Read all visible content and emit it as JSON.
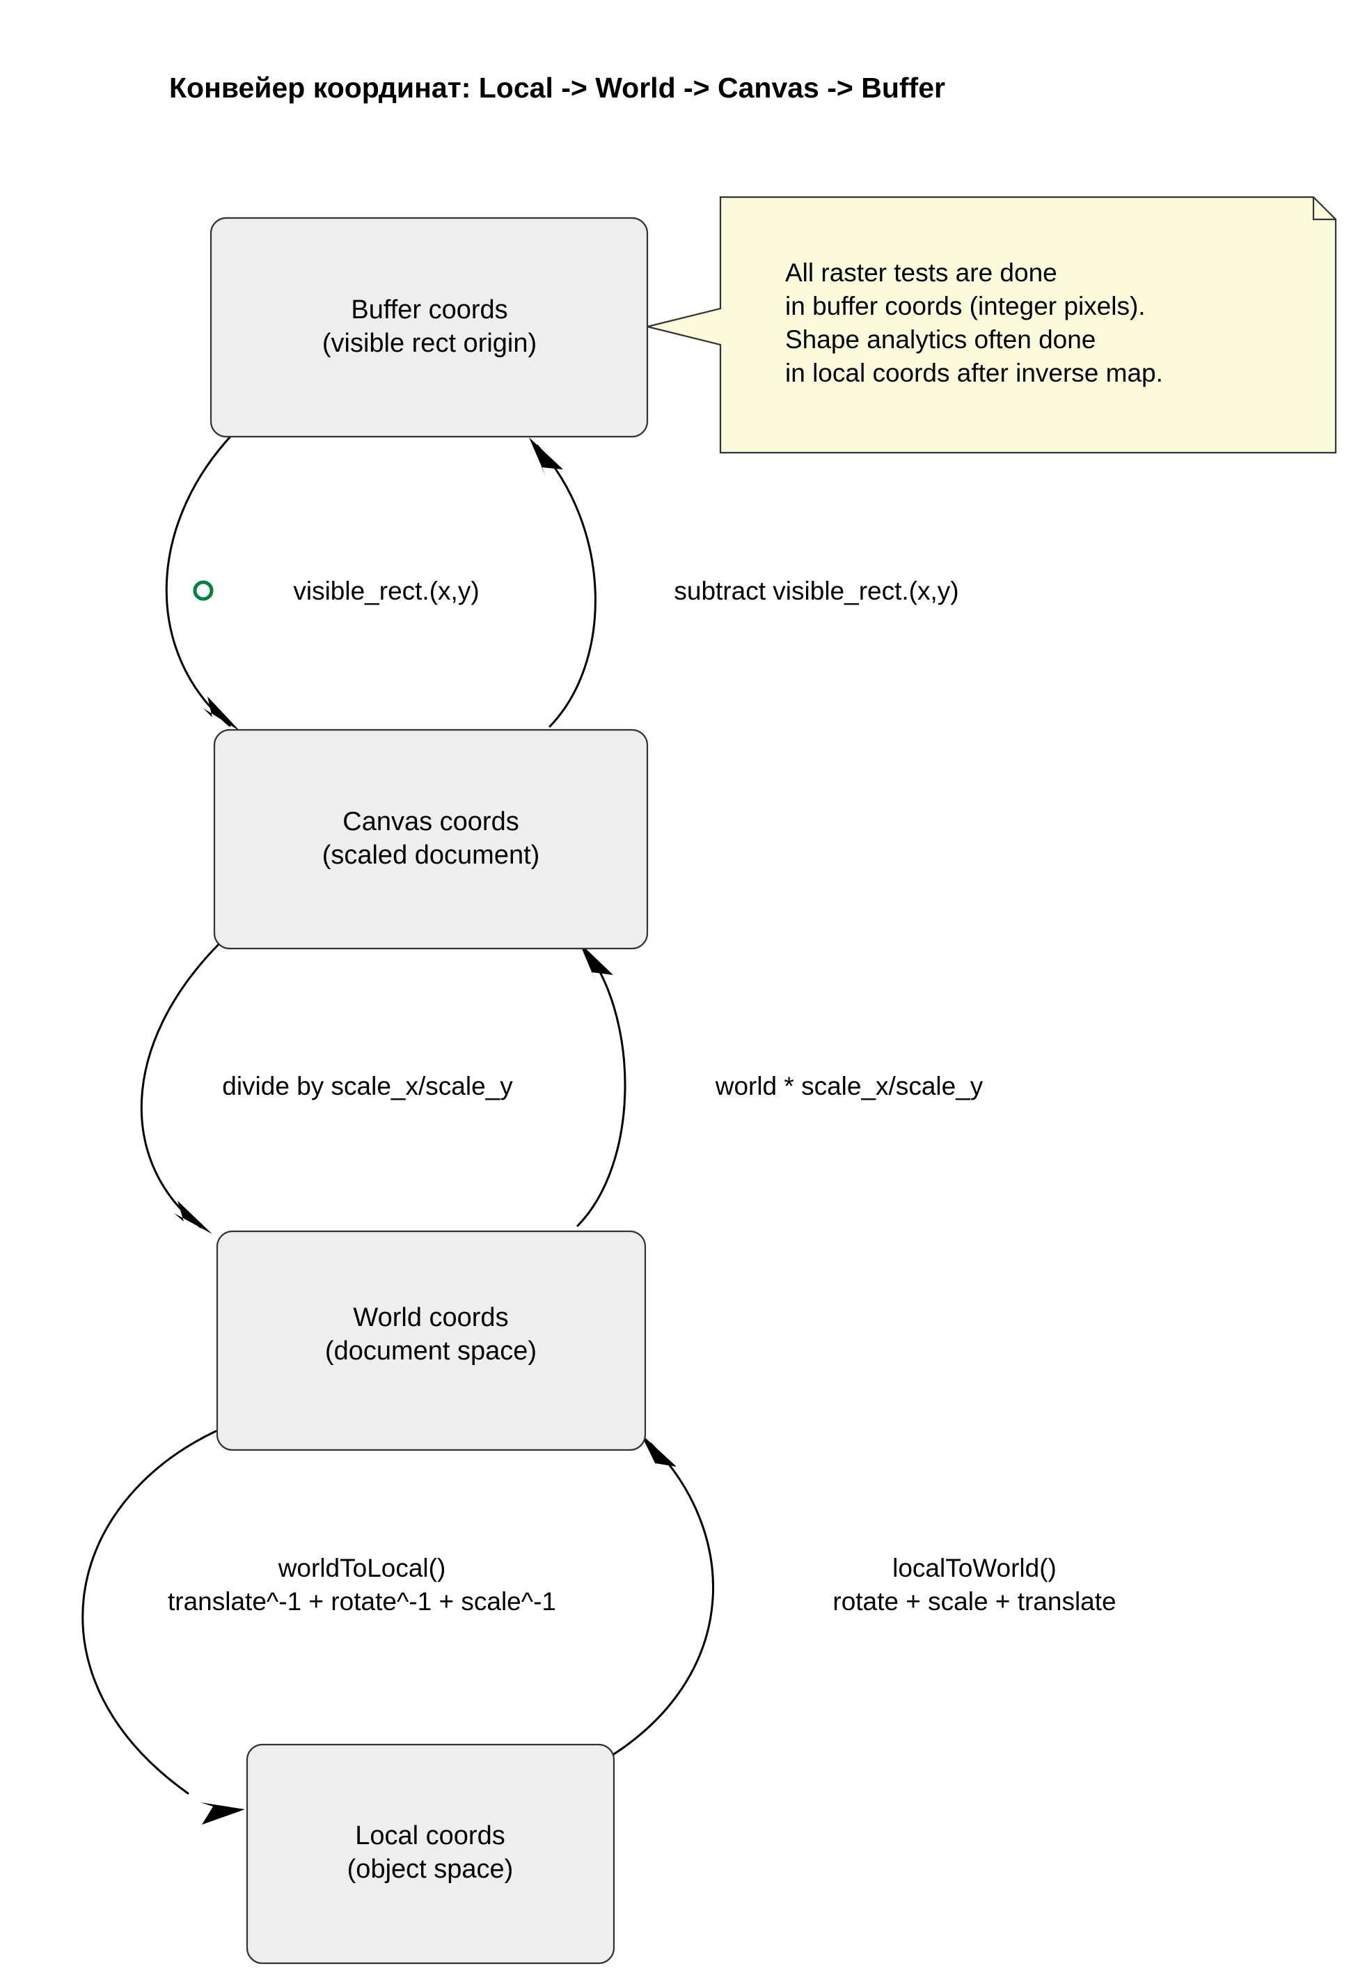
{
  "diagram": {
    "title": "Конвейер координат: Local -> World -> Canvas -> Buffer",
    "background_color": "#ffffff",
    "node_fill_color": "#eeeeee",
    "node_stroke_color": "#333333",
    "note_fill_color": "#fbfbdc",
    "marker_color": "#00803f",
    "nodes": [
      {
        "id": "buffer",
        "line1": "Buffer coords",
        "line2": "(visible rect origin)"
      },
      {
        "id": "canvas",
        "line1": "Canvas coords",
        "line2": "(scaled document)"
      },
      {
        "id": "world",
        "line1": "World coords",
        "line2": "(document space)"
      },
      {
        "id": "local",
        "line1": "Local coords",
        "line2": "(object space)"
      }
    ],
    "edges": [
      {
        "id": "buffer-to-canvas",
        "from": "buffer",
        "to": "canvas",
        "label_line1": "visible_rect.(x,y)",
        "label_line2": "",
        "marker": "green-ring"
      },
      {
        "id": "canvas-to-buffer",
        "from": "canvas",
        "to": "buffer",
        "label_line1": "subtract visible_rect.(x,y)",
        "label_line2": "",
        "marker": ""
      },
      {
        "id": "canvas-to-world",
        "from": "canvas",
        "to": "world",
        "label_line1": "divide by scale_x/scale_y",
        "label_line2": "",
        "marker": ""
      },
      {
        "id": "world-to-canvas",
        "from": "world",
        "to": "canvas",
        "label_line1": "world * scale_x/scale_y",
        "label_line2": "",
        "marker": ""
      },
      {
        "id": "world-to-local",
        "from": "world",
        "to": "local",
        "label_line1": "worldToLocal()",
        "label_line2": "translate^-1 + rotate^-1 + scale^-1",
        "marker": ""
      },
      {
        "id": "local-to-world",
        "from": "local",
        "to": "world",
        "label_line1": "localToWorld()",
        "label_line2": "rotate + scale + translate",
        "marker": ""
      }
    ],
    "note": {
      "attached_to": "buffer",
      "lines": [
        "All raster tests are done",
        "in buffer coords (integer pixels).",
        "Shape analytics often done",
        "in local coords after inverse map."
      ]
    }
  }
}
